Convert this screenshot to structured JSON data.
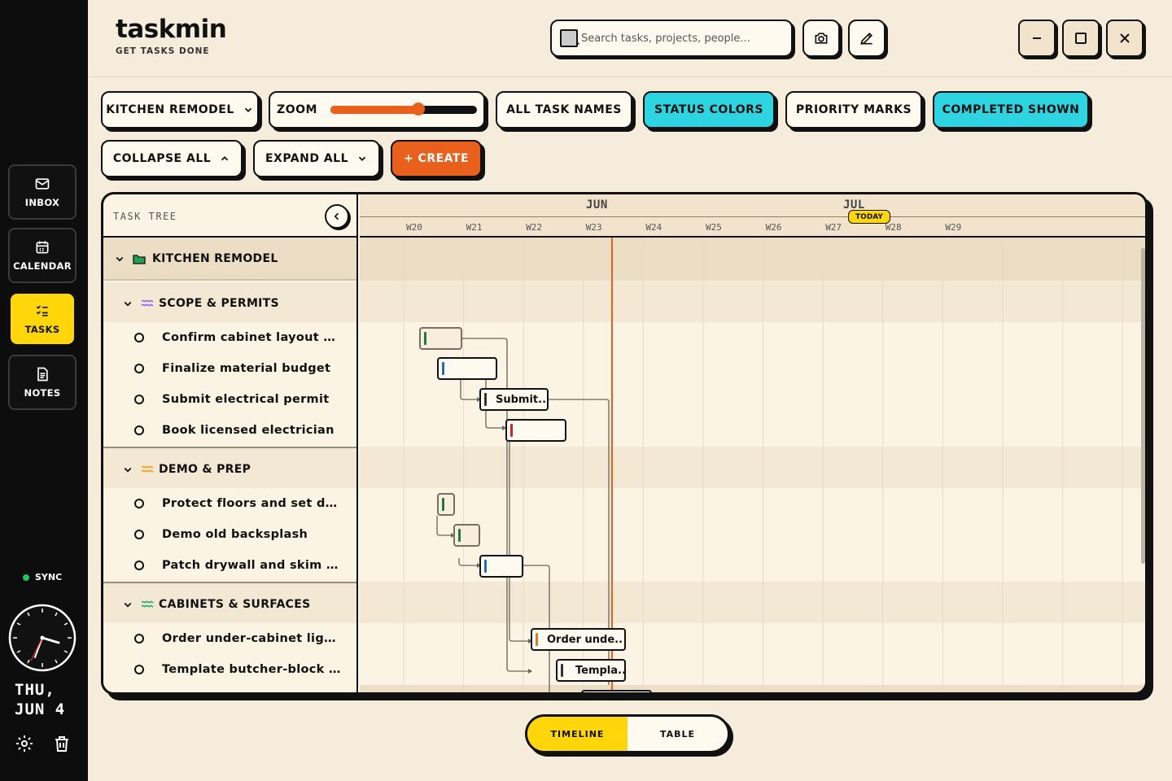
{
  "app": {
    "name": "taskmin",
    "tagline": "GET TASKS DONE"
  },
  "search": {
    "placeholder": "Search tasks, projects, people..."
  },
  "rail": {
    "items": [
      {
        "label": "INBOX",
        "icon": "mail-icon"
      },
      {
        "label": "CALENDAR",
        "icon": "calendar-icon"
      },
      {
        "label": "TASKS",
        "icon": "tasks-icon",
        "active": true
      },
      {
        "label": "NOTES",
        "icon": "notes-icon"
      }
    ],
    "sync_label": "SYNC",
    "date_line1": "THU,",
    "date_line2": "JUN 4"
  },
  "toolbar": {
    "project_label": "KITCHEN REMODEL",
    "zoom_label": "ZOOM",
    "zoom_value": 0.6,
    "all_task_names": "ALL TASK NAMES",
    "status_colors": "STATUS COLORS",
    "priority_marks": "PRIORITY MARKS",
    "completed_shown": "COMPLETED SHOWN",
    "collapse_all": "COLLAPSE ALL",
    "expand_all": "EXPAND ALL",
    "create": "+ CREATE"
  },
  "tree": {
    "header": "TASK TREE",
    "project": "KITCHEN REMODEL",
    "groups": [
      {
        "label": "SCOPE & PERMITS",
        "color": "#8b6cf0",
        "tasks": [
          "Confirm cabinet layout measurements",
          "Finalize material budget",
          "Submit electrical permit",
          "Book licensed electrician"
        ]
      },
      {
        "label": "DEMO & PREP",
        "color": "#f0a020",
        "tasks": [
          "Protect floors and set dust barriers",
          "Demo old backsplash",
          "Patch drywall and skim coat"
        ]
      },
      {
        "label": "CABINETS & SURFACES",
        "color": "#22b06a",
        "tasks": [
          "Order under-cabinet lighting",
          "Template butcher-block counters"
        ]
      }
    ]
  },
  "timeline": {
    "months": [
      {
        "label": "JUN"
      },
      {
        "label": "JUL"
      }
    ],
    "weeks": [
      "W20",
      "W21",
      "W22",
      "W23",
      "W24",
      "W25",
      "W26",
      "W27",
      "W28",
      "W29"
    ],
    "today_label": "TODAY",
    "bars": [
      {
        "label": "",
        "status": "#1f7a3a"
      },
      {
        "label": "",
        "status": "#1f6fb0"
      },
      {
        "label": "Submit..",
        "status": "#333333"
      },
      {
        "label": "",
        "status": "#c0282d"
      },
      {
        "label": "",
        "status": "#1f7a3a"
      },
      {
        "label": "",
        "status": "#1f7a3a"
      },
      {
        "label": "",
        "status": "#1f6fb0"
      },
      {
        "label": "Order unde..",
        "status": "#d0802a"
      },
      {
        "label": "Templa..",
        "status": "#333333"
      }
    ]
  },
  "views": {
    "timeline": "TIMELINE",
    "table": "TABLE"
  },
  "colors": {
    "accent": "#e8601c",
    "highlight": "#ffd60a",
    "cyan": "#2ed4e0"
  }
}
